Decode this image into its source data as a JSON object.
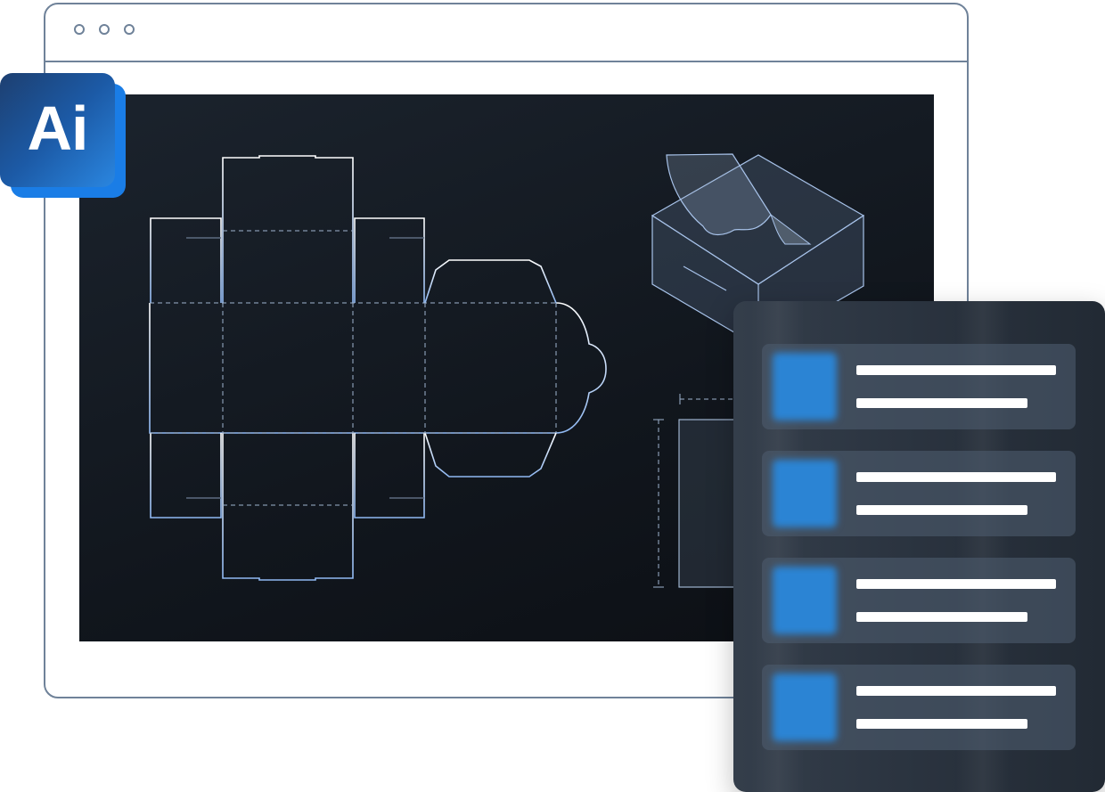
{
  "window": {
    "controls": [
      "window-dot",
      "window-dot",
      "window-dot"
    ]
  },
  "app_badge": {
    "label": "Ai",
    "colors": {
      "badge": "#1c5aa6",
      "shadow": "#1a7de6"
    }
  },
  "canvas": {
    "background": "#11161d",
    "line_colors": [
      "#ffffff",
      "#8fb8f2"
    ]
  },
  "layers_panel": {
    "items": [
      {
        "thumbnail": "blue-square"
      },
      {
        "thumbnail": "blue-square"
      },
      {
        "thumbnail": "blue-square"
      },
      {
        "thumbnail": "blue-square"
      }
    ]
  }
}
